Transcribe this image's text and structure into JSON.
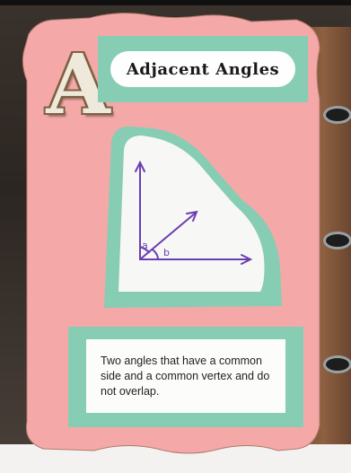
{
  "title": "Adjacent Angles",
  "letter": "A",
  "diagram": {
    "angle_a_label": "a",
    "angle_b_label": "b"
  },
  "definition": "Two angles that have a common side and a common vertex and do not overlap.",
  "colors": {
    "pink_page": "#f4a9a8",
    "mint_plate": "#86cdb4",
    "card_white": "#fefefe",
    "ink_purple": "#6a3fb0",
    "book_brown": "#7a5236"
  }
}
